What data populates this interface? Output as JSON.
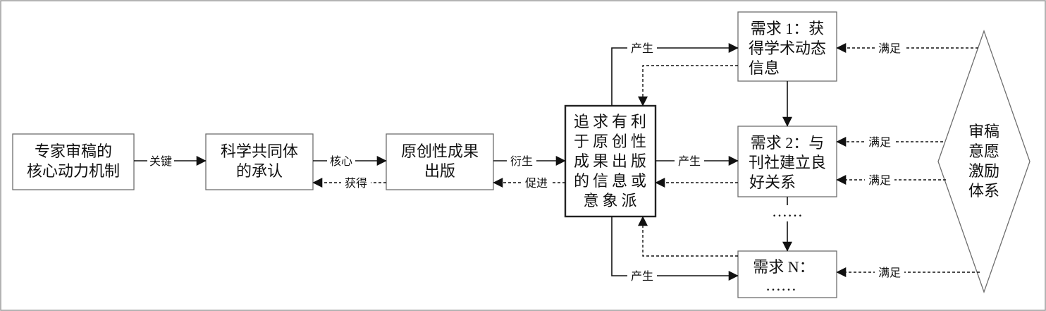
{
  "nodes": {
    "core": [
      "专家审稿的",
      "核心动力机制"
    ],
    "recognition": [
      "科学共同体",
      "的承认"
    ],
    "original": [
      "原创性成果",
      "出版"
    ],
    "pursuit": [
      "追求有利",
      "于原创性",
      "成果出版",
      "的信息或",
      "意象派"
    ],
    "need1": [
      "需求 1：获",
      "得学术动态",
      "信息"
    ],
    "need2": [
      "需求 2：与",
      "刊社建立良",
      "好关系"
    ],
    "needN": [
      "需求 N：",
      "……"
    ],
    "ellipsis": "……",
    "incentive": [
      "审稿",
      "意愿",
      "激励",
      "体系"
    ]
  },
  "edges": {
    "key": "关键",
    "core_label": "核心",
    "obtain": "获得",
    "derive": "衍生",
    "promote": "促进",
    "produce_1": "产生",
    "produce_2": "产生",
    "produce_n": "产生",
    "satisfy_1": "满足",
    "satisfy_2a": "满足",
    "satisfy_2b": "满足",
    "satisfy_n": "满足"
  }
}
